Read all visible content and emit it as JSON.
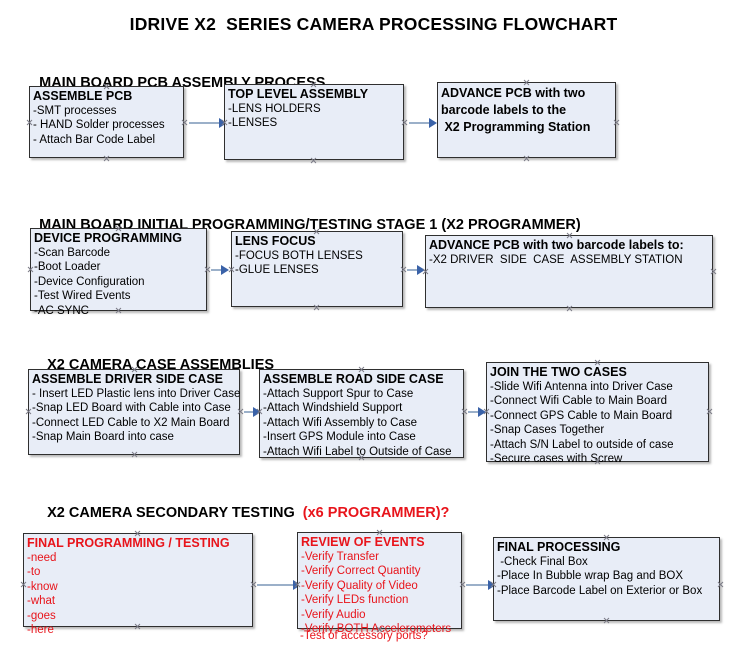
{
  "document": {
    "title": "IDRIVE X2  SERIES CAMERA PROCESSING FLOWCHART"
  },
  "sections": [
    {
      "id": "main-board-pcb-assembly",
      "heading": "MAIN BOARD PCB ASSEMBLY PROCESS",
      "heading_accent": "",
      "boxes": [
        {
          "id": "assemble-pcb",
          "title": "ASSEMBLE PCB",
          "lines": [
            "-SMT processes",
            "- HAND Solder processes",
            "- Attach Bar Code Label"
          ]
        },
        {
          "id": "top-level-assembly",
          "title": "TOP LEVEL ASSEMBLY",
          "lines": [
            "-LENS HOLDERS",
            "-LENSES"
          ]
        },
        {
          "id": "advance-pcb-to-programming-station",
          "title": "ADVANCE PCB with two",
          "lines": [
            "barcode labels to the",
            " X2 Programming Station"
          ]
        }
      ]
    },
    {
      "id": "main-board-initial-programming",
      "heading": "MAIN BOARD INITIAL PROGRAMMING/TESTING STAGE 1 (X2 PROGRAMMER)",
      "heading_accent": "",
      "boxes": [
        {
          "id": "device-programming",
          "title": "DEVICE PROGRAMMING",
          "lines": [
            "-Scan Barcode",
            "-Boot Loader",
            "-Device Configuration",
            "-Test Wired Events",
            "-AC SYNC"
          ]
        },
        {
          "id": "lens-focus",
          "title": "LENS FOCUS",
          "lines": [
            "-FOCUS BOTH LENSES",
            "-GLUE LENSES"
          ]
        },
        {
          "id": "advance-pcb-to-driver-side-case",
          "title": "ADVANCE PCB with two barcode labels to:",
          "lines": [
            "-X2 DRIVER  SIDE  CASE  ASSEMBLY STATION"
          ]
        }
      ]
    },
    {
      "id": "x2-camera-case-assemblies",
      "heading": "X2 CAMERA CASE ASSEMBLIES",
      "heading_accent": "",
      "boxes": [
        {
          "id": "assemble-driver-side-case",
          "title": "ASSEMBLE DRIVER SIDE CASE",
          "lines": [
            "- Insert LED Plastic lens into Driver Case",
            "-Snap LED Board with Cable into Case",
            "-Connect LED Cable to X2 Main Board",
            "-Snap Main Board into case"
          ]
        },
        {
          "id": "assemble-road-side-case",
          "title": "ASSEMBLE ROAD SIDE CASE",
          "lines": [
            "-Attach Support Spur to Case",
            "-Attach Windshield Support",
            "-Attach Wifi Assembly to Case",
            "-Insert GPS Module into Case",
            "-Attach Wifi Label to Outside of Case"
          ]
        },
        {
          "id": "join-the-two-cases",
          "title": "JOIN THE TWO CASES",
          "lines": [
            "-Slide Wifi Antenna into Driver Case",
            "-Connect Wifi Cable to Main Board",
            "-Connect GPS Cable to Main Board",
            "-Snap Cases Together",
            "-Attach S/N Label to outside of case",
            "-Secure cases with Screw"
          ]
        }
      ]
    },
    {
      "id": "x2-camera-secondary-testing",
      "heading": "X2 CAMERA SECONDARY TESTING ",
      "heading_accent": " (x6 PROGRAMMER)?",
      "boxes": [
        {
          "id": "final-programming-testing",
          "title": "FINAL PROGRAMMING / TESTING",
          "lines": [
            "-need",
            "-to",
            "-know",
            "-what",
            "-goes",
            "-here"
          ]
        },
        {
          "id": "review-of-events",
          "title": "REVIEW OF EVENTS",
          "lines": [
            "-Verify Transfer",
            "-Verify Correct Quantity",
            "-Verify Quality of Video",
            "-Verify LEDs function",
            "-Verify Audio",
            "-Verify BOTH Accelerometers"
          ],
          "overflow_line": "-Test of accessory ports?"
        },
        {
          "id": "final-processing",
          "title": "FINAL PROCESSING",
          "lines": [
            " -Check Final Box",
            "-Place In Bubble wrap Bag and BOX",
            "-Place Barcode Label on Exterior or Box"
          ]
        }
      ]
    }
  ],
  "colors": {
    "box_fill": "#e8edf7",
    "box_border": "#2f2f2f",
    "accent_red": "#e8141b",
    "arrow_line": "#9bb0c9",
    "arrow_head": "#3a62a8",
    "text": "#000000"
  }
}
